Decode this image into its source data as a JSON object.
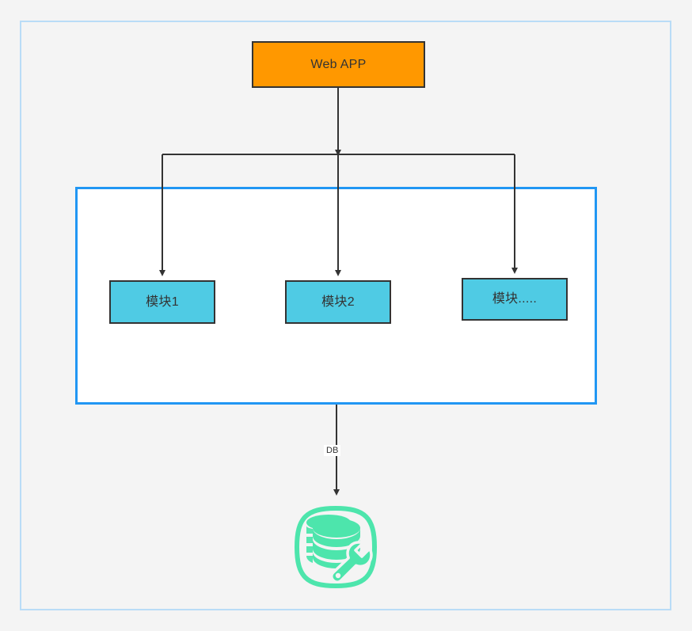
{
  "diagram": {
    "title_node": {
      "label": "Web APP",
      "fill": "#ff9800",
      "stroke": "#333333"
    },
    "modules": [
      {
        "label": "模块1",
        "fill": "#4fcbe4"
      },
      {
        "label": "模块2",
        "fill": "#4fcbe4"
      },
      {
        "label": "模块.....",
        "fill": "#4fcbe4"
      }
    ],
    "module_container": {
      "stroke": "#2196f3",
      "fill": "#ffffff"
    },
    "outer_frame": {
      "stroke": "#b9dcf7"
    },
    "edges": [
      {
        "from": "Web APP",
        "to": "模块1",
        "label": ""
      },
      {
        "from": "Web APP",
        "to": "模块2",
        "label": ""
      },
      {
        "from": "Web APP",
        "to": "模块.....",
        "label": ""
      },
      {
        "from": "module_container",
        "to": "database",
        "label": "DB"
      }
    ],
    "edge_label_db": "DB",
    "database": {
      "icon": "database-wrench-icon",
      "color": "#4de5ac"
    },
    "background": "#f4f4f4",
    "connector_color": "#333333"
  }
}
